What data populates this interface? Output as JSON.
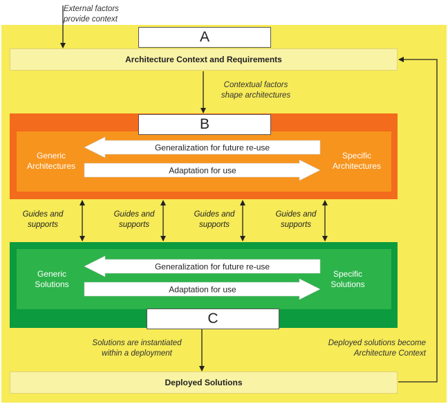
{
  "annotations": {
    "external_factors": [
      "External factors",
      "provide context"
    ],
    "contextual_factors": [
      "Contextual factors",
      "shape architectures"
    ],
    "solutions_instantiated": [
      "Solutions are instantiated",
      "within a deployment"
    ],
    "deployed_become_context": [
      "Deployed solutions become",
      "Architecture Context"
    ]
  },
  "sections": {
    "a": {
      "letter": "A",
      "title": "Architecture Context and Requirements"
    },
    "b": {
      "letter": "B",
      "left": [
        "Generic",
        "Architectures"
      ],
      "right": [
        "Specific",
        "Architectures"
      ],
      "arrow_left": "Generalization for future re-use",
      "arrow_right": "Adaptation for use",
      "color": "#f36b1c",
      "inner_color": "#f7941d"
    },
    "c": {
      "letter": "C",
      "left": [
        "Generic",
        "Solutions"
      ],
      "right": [
        "Specific",
        "Solutions"
      ],
      "arrow_left": "Generalization for future re-use",
      "arrow_right": "Adaptation for use",
      "color": "#0c9b3f",
      "inner_color": "#2cb34a"
    },
    "deployed": {
      "title": "Deployed Solutions"
    }
  },
  "guides": [
    [
      "Guides and",
      "supports"
    ],
    [
      "Guides and",
      "supports"
    ],
    [
      "Guides and",
      "supports"
    ],
    [
      "Guides and",
      "supports"
    ]
  ],
  "colors": {
    "background": "#f7eb57",
    "light_box": "#f9f3a6"
  }
}
